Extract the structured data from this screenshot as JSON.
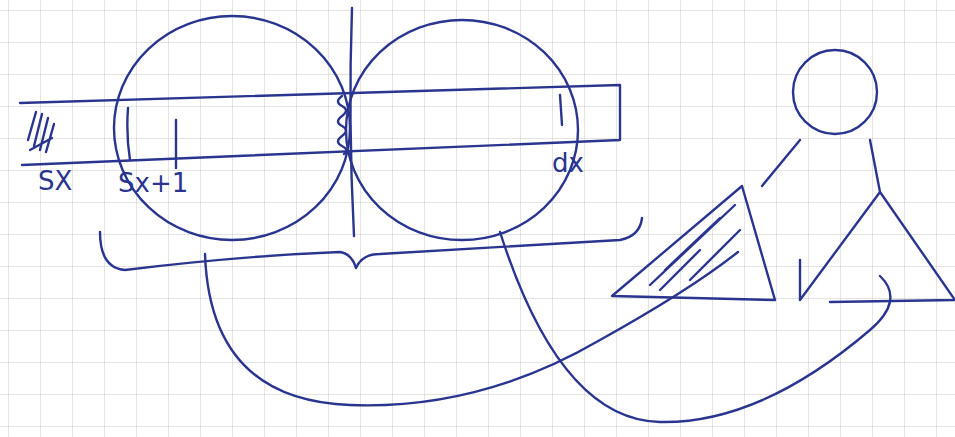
{
  "diagram": {
    "labels": [
      "SX",
      "Sx+1",
      "dx"
    ]
  }
}
